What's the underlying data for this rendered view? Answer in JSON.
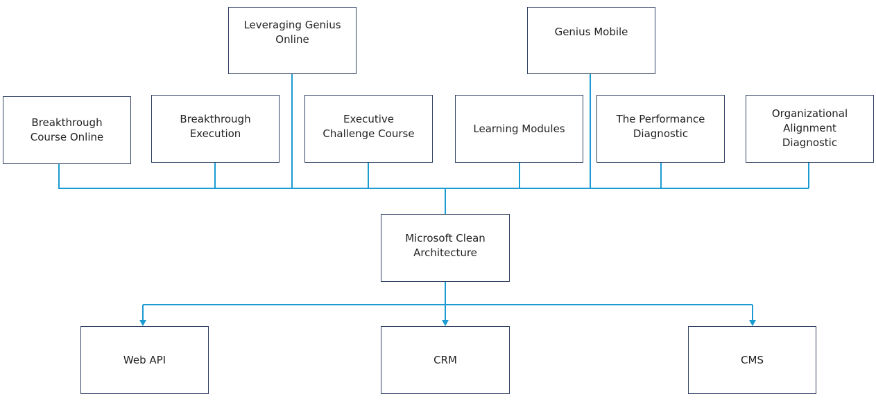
{
  "diagram": {
    "top_row": [
      {
        "id": "leveraging-genius-online",
        "label": "Leveraging Genius\nOnline"
      },
      {
        "id": "genius-mobile",
        "label": "Genius Mobile"
      }
    ],
    "middle_row": [
      {
        "id": "breakthrough-course-online",
        "label": "Breakthrough\nCourse Online"
      },
      {
        "id": "breakthrough-execution",
        "label": "Breakthrough\nExecution"
      },
      {
        "id": "executive-challenge-course",
        "label": "Executive\nChallenge Course"
      },
      {
        "id": "learning-modules",
        "label": "Learning Modules"
      },
      {
        "id": "the-performance-diagnostic",
        "label": "The Performance\nDiagnostic"
      },
      {
        "id": "organizational-alignment-diagnostic",
        "label": "Organizational\nAlignment\nDiagnostic"
      }
    ],
    "center": {
      "id": "microsoft-clean-architecture",
      "label": "Microsoft Clean\nArchitecture"
    },
    "bottom_row": [
      {
        "id": "web-api",
        "label": "Web API"
      },
      {
        "id": "crm",
        "label": "CRM"
      },
      {
        "id": "cms",
        "label": "CMS"
      }
    ],
    "colors": {
      "connector": "#1a9bd2",
      "box_border": "#2f3f63",
      "text": "#222222"
    }
  }
}
